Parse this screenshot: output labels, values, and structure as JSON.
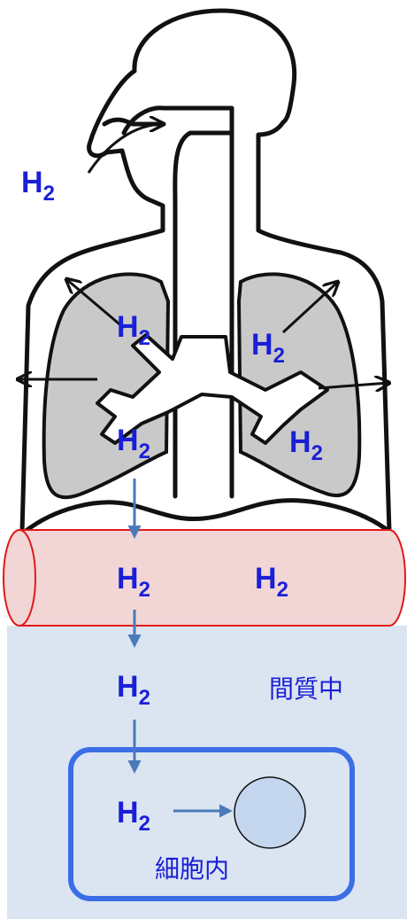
{
  "molecule": {
    "main": "H",
    "subscript": "2"
  },
  "labels": {
    "interstitial": "間質中",
    "intracellular": "細胞内"
  },
  "colors": {
    "h2_text": "#1a1fd6",
    "lung_fill": "#c9c9c9",
    "outline": "#111111",
    "vessel_fill": "#f2d6d6",
    "vessel_stroke": "#e01a1a",
    "interstitial_bg": "#dbe4f1",
    "cell_stroke": "#3b6ee6",
    "flow_arrow": "#4a7ab8",
    "nucleus_fill": "#c5d6ef"
  }
}
